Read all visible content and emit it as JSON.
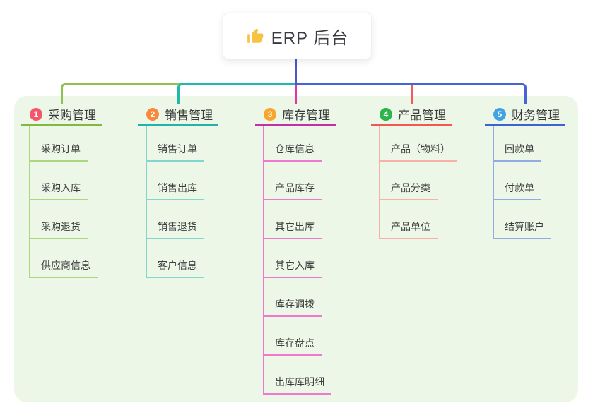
{
  "root": {
    "label": "ERP 后台",
    "icon": "thumbs-up-icon",
    "icon_color": "#f6c244"
  },
  "canvas": {
    "panel_color": "#ecf7e8",
    "root_line_color": "#4a58c8"
  },
  "branches": [
    {
      "num": "1",
      "label": "采购管理",
      "badge_color": "#f5566b",
      "line_color": "#83b841",
      "light_color": "#abd77f",
      "connector_color": "#8cc24d",
      "children": [
        "采购订单",
        "采购入库",
        "采购退货",
        "供应商信息"
      ]
    },
    {
      "num": "2",
      "label": "销售管理",
      "badge_color": "#f8893a",
      "line_color": "#23b3a9",
      "light_color": "#82d6cd",
      "connector_color": "#21b7ad",
      "children": [
        "销售订单",
        "销售出库",
        "销售退货",
        "客户信息"
      ]
    },
    {
      "num": "3",
      "label": "库存管理",
      "badge_color": "#f6a62c",
      "line_color": "#c22fa9",
      "light_color": "#f078cd",
      "connector_color": "#e0399a",
      "children": [
        "仓库信息",
        "产品库存",
        "其它出库",
        "其它入库",
        "库存调拨",
        "库存盘点",
        "出库库明细"
      ]
    },
    {
      "num": "4",
      "label": "产品管理",
      "badge_color": "#2fb44d",
      "line_color": "#f25754",
      "light_color": "#f8b0a8",
      "connector_color": "#f55b5b",
      "children": [
        "产品（物料）",
        "产品分类",
        "产品单位"
      ]
    },
    {
      "num": "5",
      "label": "财务管理",
      "badge_color": "#41a3e3",
      "line_color": "#3c63d2",
      "light_color": "#93abe4",
      "connector_color": "#4565d5",
      "children": [
        "回款单",
        "付款单",
        "结算账户"
      ]
    }
  ]
}
